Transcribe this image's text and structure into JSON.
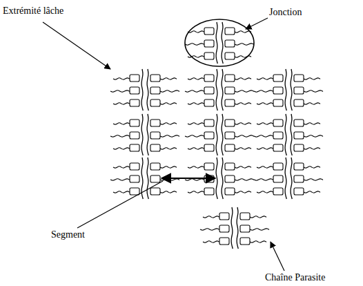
{
  "diagram": {
    "labels": [
      "Extrémité lâche",
      "Jonction",
      "Segment",
      "Chaîne Parasite"
    ]
  }
}
